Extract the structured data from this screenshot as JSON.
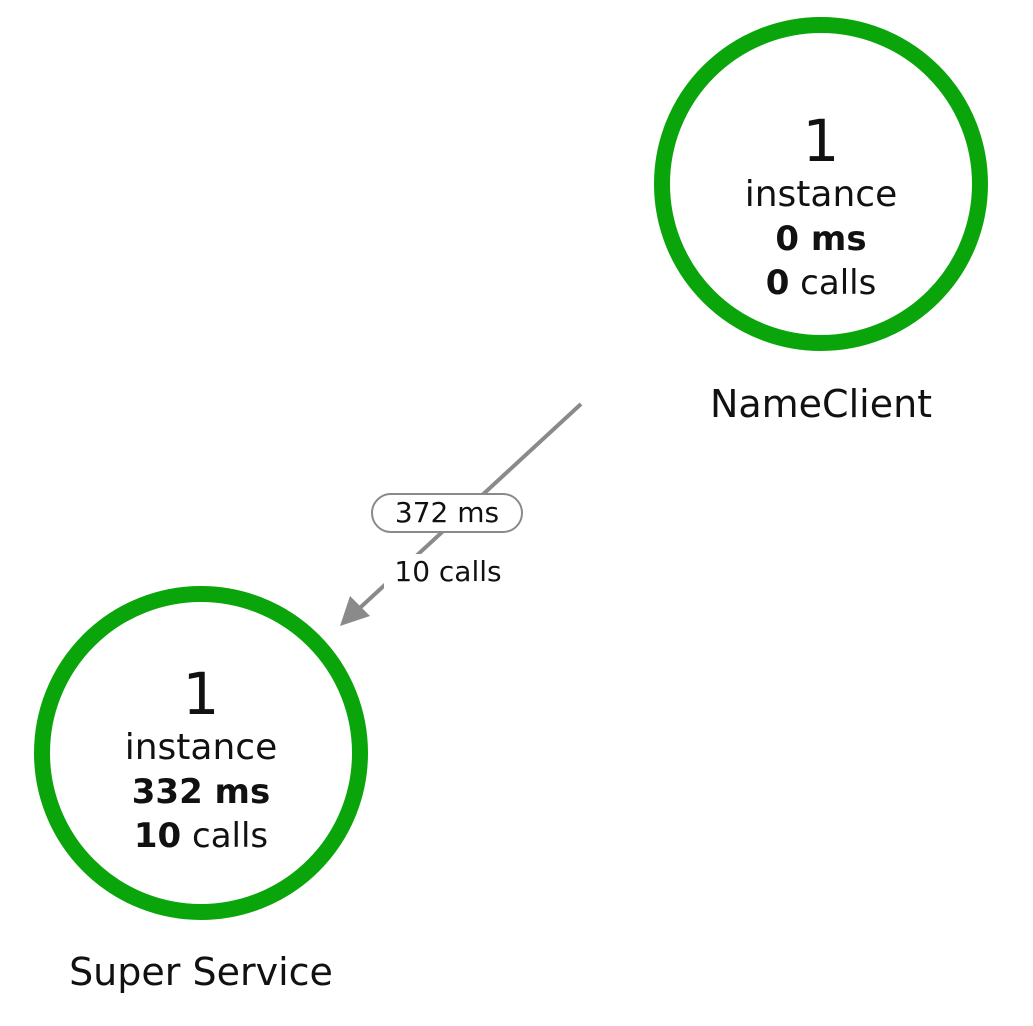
{
  "nodes": [
    {
      "id": "nameclient",
      "name": "NameClient",
      "instances": "1",
      "instance_label": "instance",
      "time": "0 ms",
      "calls_count": "0",
      "calls_label": "calls",
      "status_color": "#0aa50a"
    },
    {
      "id": "super-service",
      "name": "Super Service",
      "instances": "1",
      "instance_label": "instance",
      "time": "332 ms",
      "calls_count": "10",
      "calls_label": "calls",
      "status_color": "#0aa50a"
    }
  ],
  "edges": [
    {
      "from": "NameClient",
      "to": "Super Service",
      "time": "372 ms",
      "calls": "10 calls",
      "color": "#8a8a8a"
    }
  ]
}
